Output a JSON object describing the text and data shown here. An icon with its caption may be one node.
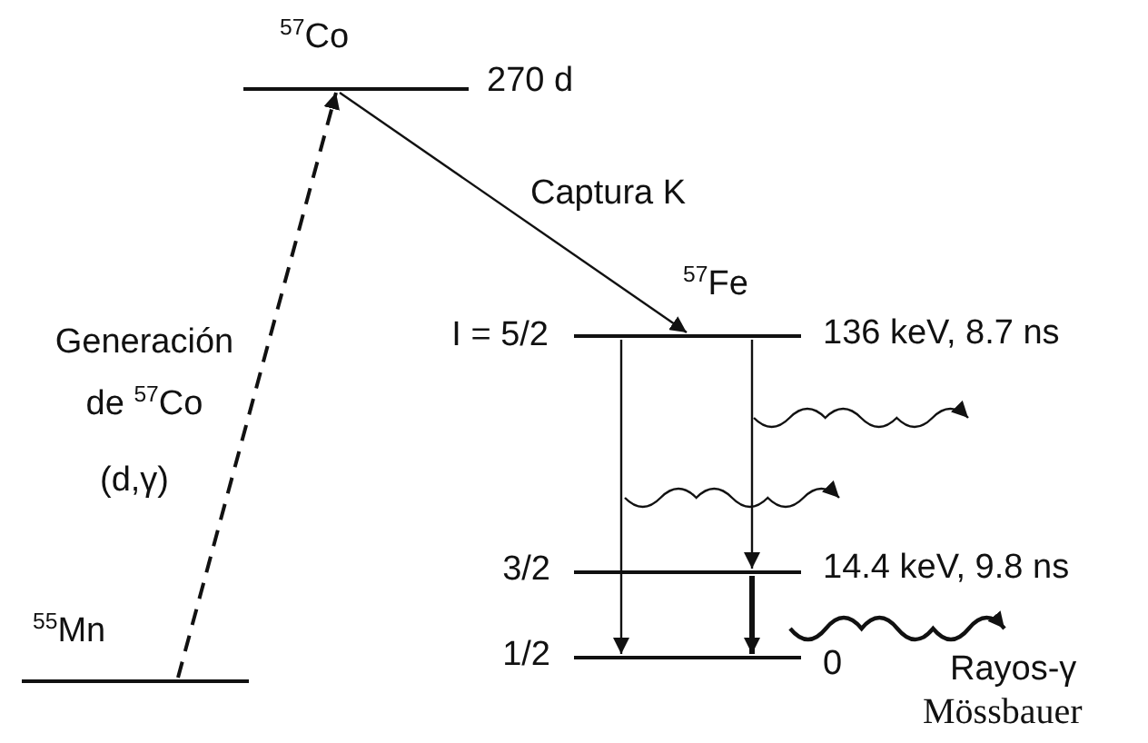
{
  "diagram": {
    "nodes": [
      {
        "text": [
          "$^{57}$Co"
        ],
        "beside": [
          "270 d"
        ]
      },
      {
        "text": [
          "$^{57}$Fe"
        ],
        "beside": [
          "I = 5/2",
          "136 keV, 8.7 ns"
        ]
      },
      {
        "text": [],
        "shape": "bar",
        "beside": [
          "3/2",
          "14.4 keV, 9.8 ns"
        ]
      },
      {
        "text": [],
        "shape": "bar",
        "beside": [
          "1/2",
          "0"
        ]
      },
      {
        "text": [
          "$^{55}$Mn"
        ]
      }
    ],
    "edges": [
      {
        "from": 4,
        "to": 0,
        "arrow": "to",
        "style": "dashed",
        "label": "Generación de $^{57}$Co"
      },
      {
        "from": 0,
        "to": 1,
        "arrow": "to",
        "label": "Captura K"
      },
      {
        "from": 1,
        "to": 3,
        "arrow": "to"
      },
      {
        "from": 1,
        "to": 2,
        "arrow": "to"
      },
      {
        "from": 2,
        "to": 3,
        "arrow": "to",
        "style": "thick"
      }
    ],
    "labels": [
      "(d,γ)",
      "Rayos-γ",
      "Mössbauer"
    ]
  }
}
